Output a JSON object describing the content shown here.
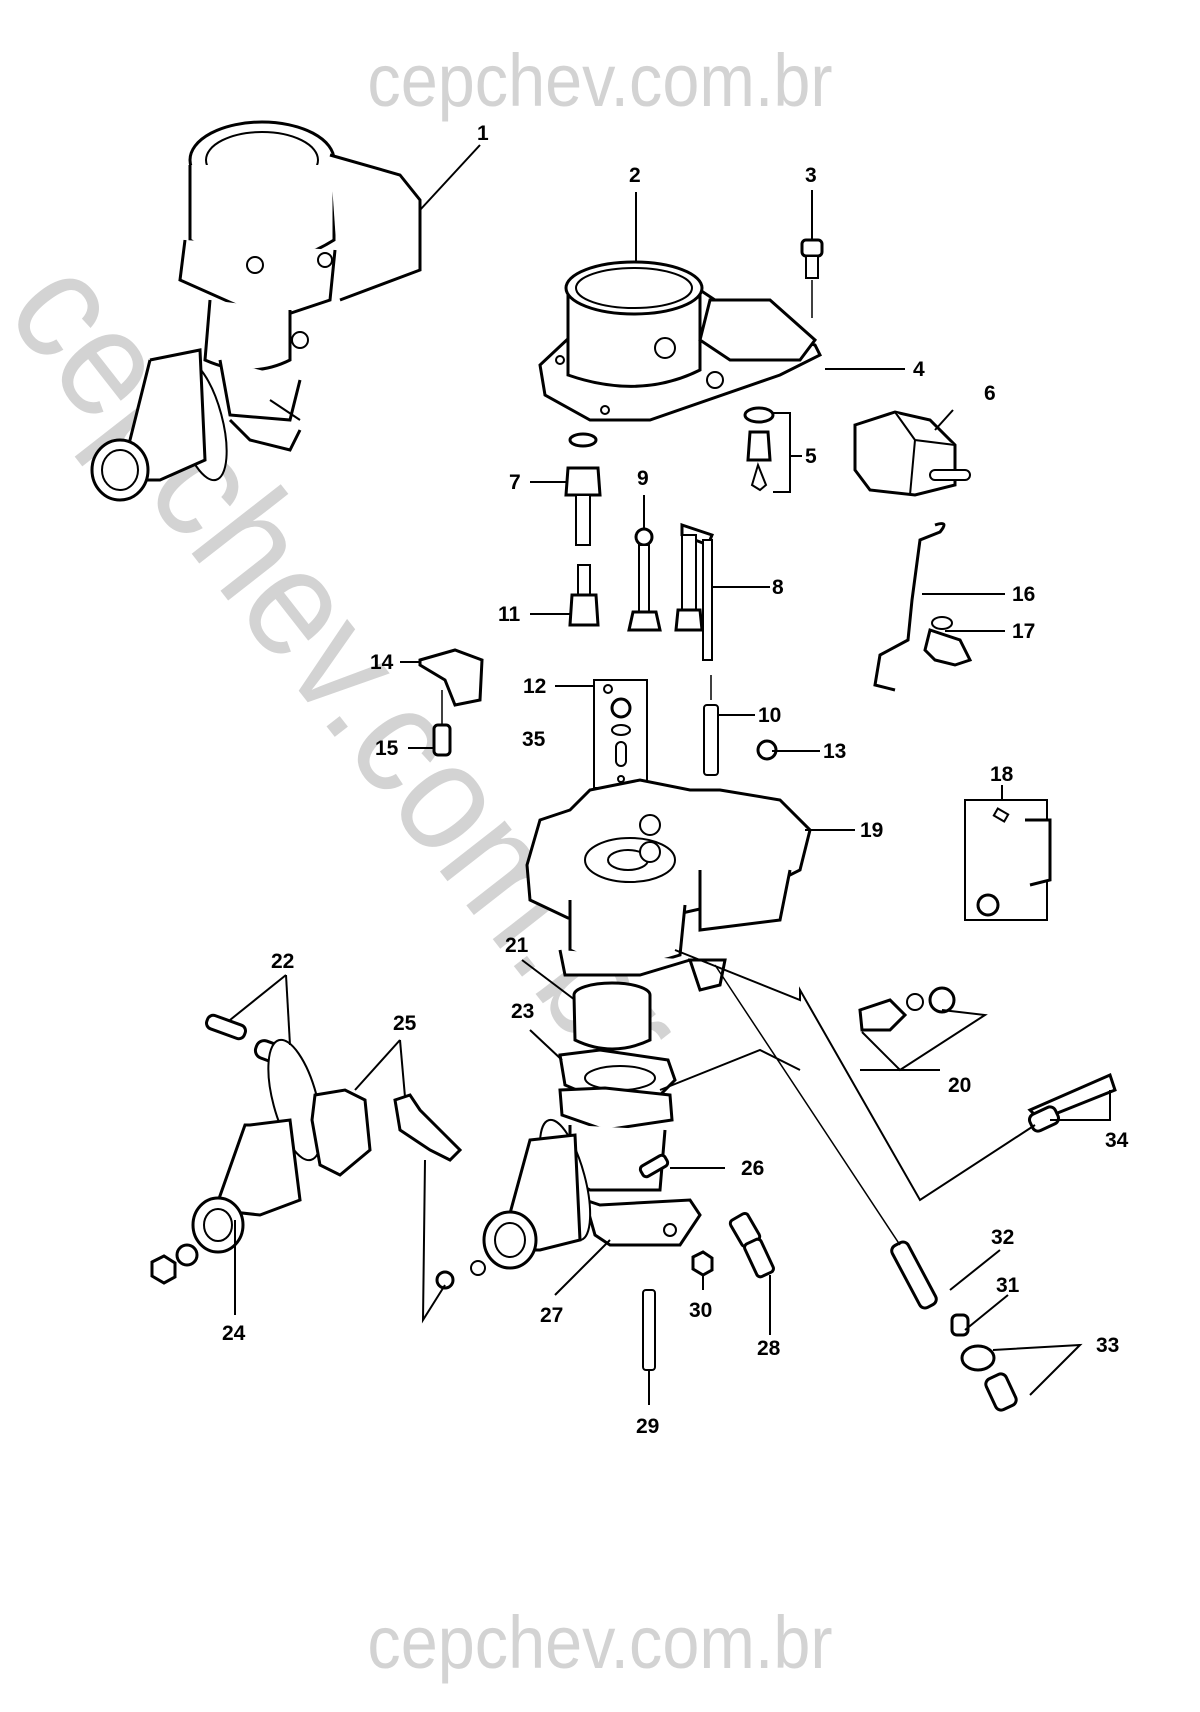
{
  "watermark": {
    "top_text": "cepchev.com.br",
    "bottom_text": "cepchev.com.br",
    "diagonal_text": "cepchev.com.br",
    "color": "#d3d3d3"
  },
  "diagram": {
    "type": "exploded parts diagram",
    "subject": "carburetor assembly",
    "line_color": "#000000",
    "callouts": [
      {
        "id": "1",
        "label": "1"
      },
      {
        "id": "2",
        "label": "2"
      },
      {
        "id": "3",
        "label": "3"
      },
      {
        "id": "4",
        "label": "4"
      },
      {
        "id": "5",
        "label": "5"
      },
      {
        "id": "6",
        "label": "6"
      },
      {
        "id": "7",
        "label": "7"
      },
      {
        "id": "8",
        "label": "8"
      },
      {
        "id": "9",
        "label": "9"
      },
      {
        "id": "10",
        "label": "10"
      },
      {
        "id": "11",
        "label": "11"
      },
      {
        "id": "12",
        "label": "12"
      },
      {
        "id": "13",
        "label": "13"
      },
      {
        "id": "14",
        "label": "14"
      },
      {
        "id": "15",
        "label": "15"
      },
      {
        "id": "16",
        "label": "16"
      },
      {
        "id": "17",
        "label": "17"
      },
      {
        "id": "18",
        "label": "18"
      },
      {
        "id": "19",
        "label": "19"
      },
      {
        "id": "20",
        "label": "20"
      },
      {
        "id": "21",
        "label": "21"
      },
      {
        "id": "22",
        "label": "22"
      },
      {
        "id": "23",
        "label": "23"
      },
      {
        "id": "24",
        "label": "24"
      },
      {
        "id": "25",
        "label": "25"
      },
      {
        "id": "26",
        "label": "26"
      },
      {
        "id": "27",
        "label": "27"
      },
      {
        "id": "28",
        "label": "28"
      },
      {
        "id": "29",
        "label": "29"
      },
      {
        "id": "30",
        "label": "30"
      },
      {
        "id": "31",
        "label": "31"
      },
      {
        "id": "32",
        "label": "32"
      },
      {
        "id": "33",
        "label": "33"
      },
      {
        "id": "34",
        "label": "34"
      },
      {
        "id": "35",
        "label": "35"
      }
    ]
  }
}
